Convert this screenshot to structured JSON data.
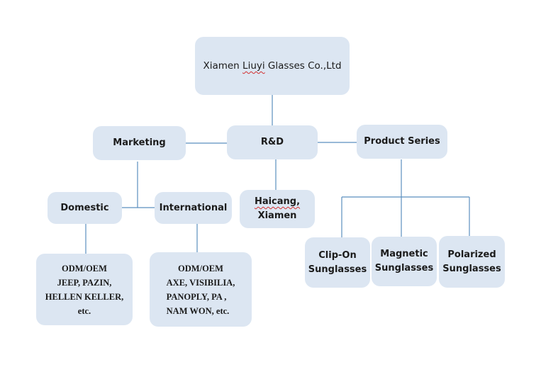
{
  "company": {
    "name_prefix": "Xiamen",
    "name_mid": "Liuyi",
    "name_suffix": "Glasses Co.,Ltd"
  },
  "rnd": {
    "label": "R&D"
  },
  "marketing": {
    "label": "Marketing"
  },
  "product_series": {
    "label": "Product Series"
  },
  "domestic": {
    "label": "Domestic"
  },
  "international": {
    "label": "International"
  },
  "haicang": {
    "line1": "Haicang,",
    "line2": "Xiamen"
  },
  "domestic_brands": [
    "ODM/OEM",
    "JEEP, PAZIN,",
    "HELLEN KELLER,",
    "etc."
  ],
  "international_brands": [
    "ODM/OEM",
    "AXE, VISIBILIA,",
    "PANOPLY, PA ,",
    "NAM WON, etc."
  ],
  "products": {
    "clip_on": {
      "line1": "Clip-On",
      "line2": "Sunglasses"
    },
    "magnetic": {
      "line1": "Magnetic",
      "line2": "Sunglasses"
    },
    "polarized": {
      "line1": "Polarized",
      "line2": "Sunglasses"
    }
  },
  "colors": {
    "box_fill": "#dce6f2",
    "connector": "#5b8fbf",
    "spell_underline": "#d23030"
  }
}
